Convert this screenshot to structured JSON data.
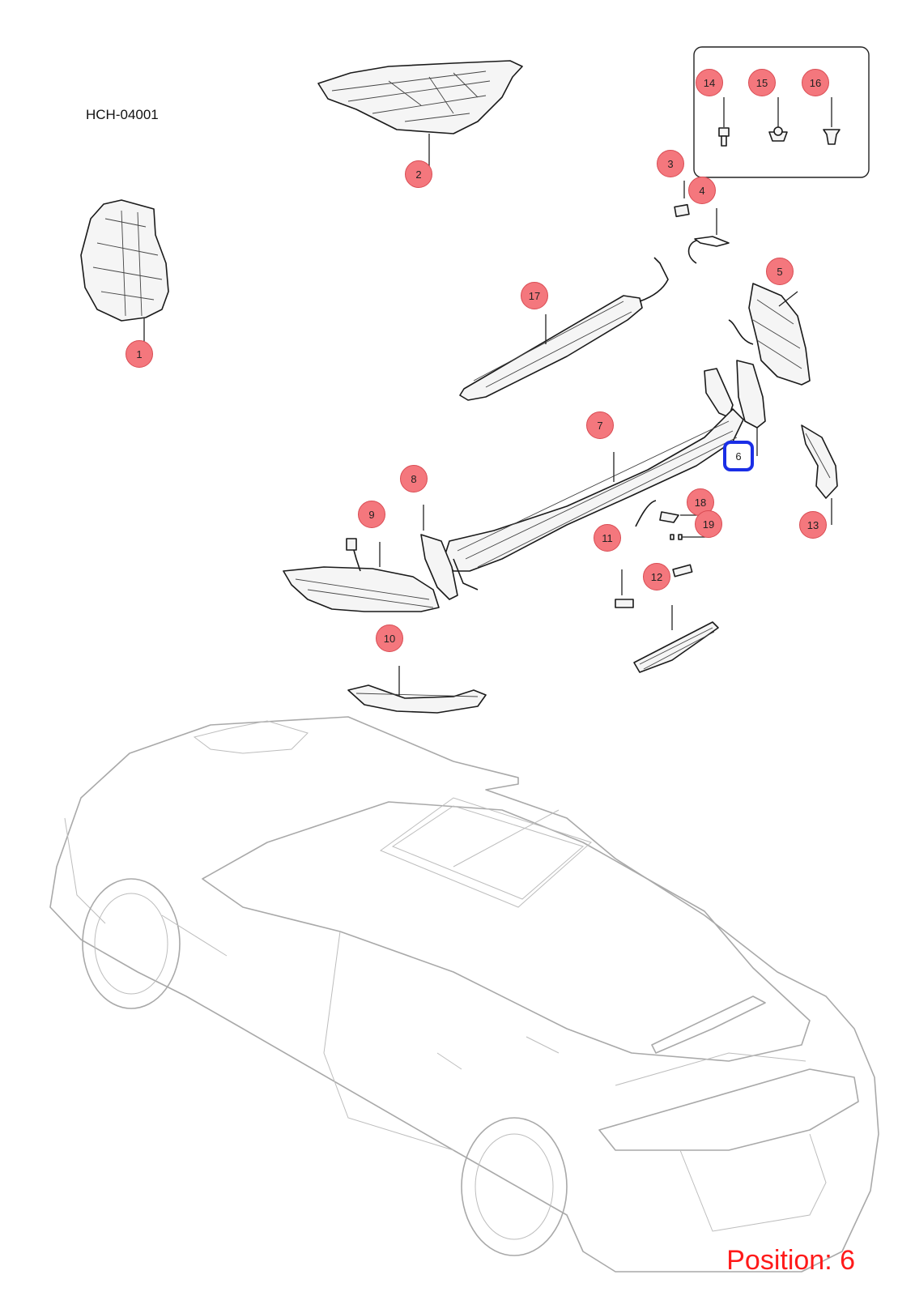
{
  "diagram_code": "HCH-04001",
  "position_label": "Position: 6",
  "selected_marker": "6",
  "highlight_color": "#1a2ee6",
  "marker_color": "#f4777d",
  "markers": [
    {
      "label": "1"
    },
    {
      "label": "2"
    },
    {
      "label": "3"
    },
    {
      "label": "4"
    },
    {
      "label": "5"
    },
    {
      "label": "6"
    },
    {
      "label": "7"
    },
    {
      "label": "8"
    },
    {
      "label": "9"
    },
    {
      "label": "10"
    },
    {
      "label": "11"
    },
    {
      "label": "12"
    },
    {
      "label": "13"
    },
    {
      "label": "14"
    },
    {
      "label": "15"
    },
    {
      "label": "16"
    },
    {
      "label": "17"
    },
    {
      "label": "18"
    },
    {
      "label": "19"
    }
  ]
}
